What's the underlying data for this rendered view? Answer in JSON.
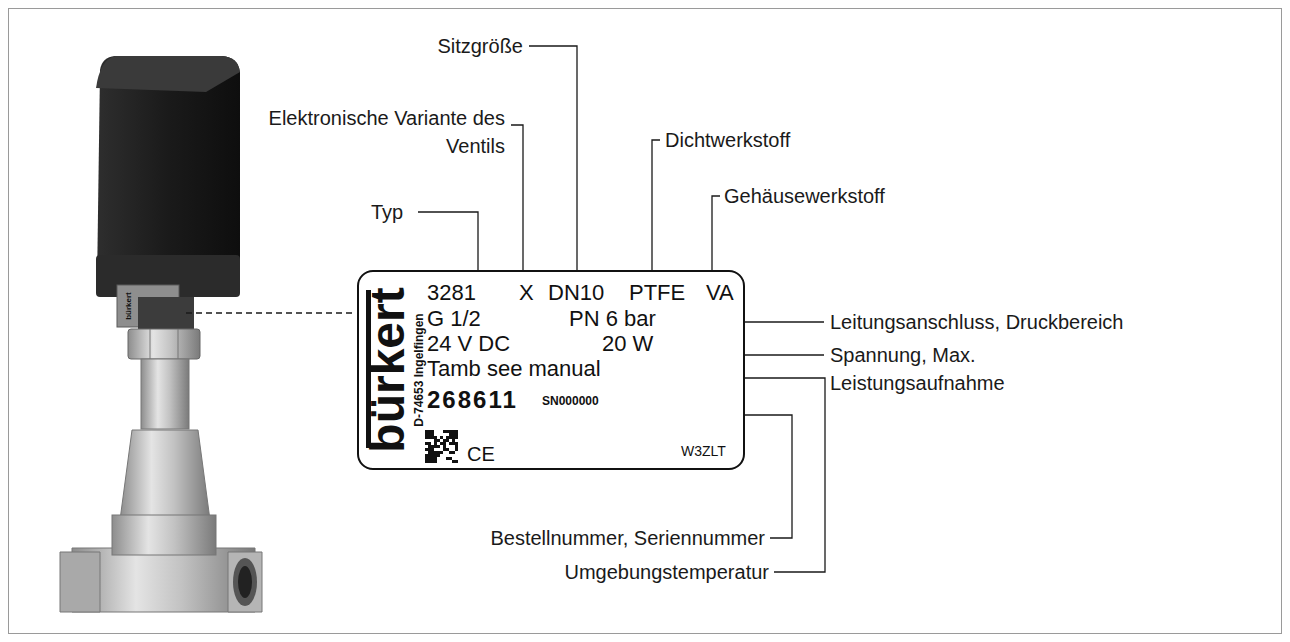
{
  "diagram": {
    "nodes": [
      {
        "text": [
          "bürkert",
          "D-74653 Ingelfingen",
          "3281",
          "X",
          "DN10",
          "PTFE",
          "VA",
          "G 1/2",
          "PN 6 bar",
          "24 V DC",
          "20 W",
          "Tamb see manual",
          "268611",
          "SN000000",
          "CE",
          "W3ZLT"
        ]
      }
    ],
    "labels": [
      "Sitzgröße",
      "Elektronische Variante des Ventils",
      "Typ",
      "Dichtwerkstoff",
      "Gehäusewerkstoff",
      "Leitungsanschluss, Druckbereich",
      "Spannung, Max.",
      "Leistungsaufnahme",
      "Bestellnummer, Seriennummer",
      "Umgebungstemperatur",
      "bürkert"
    ]
  }
}
